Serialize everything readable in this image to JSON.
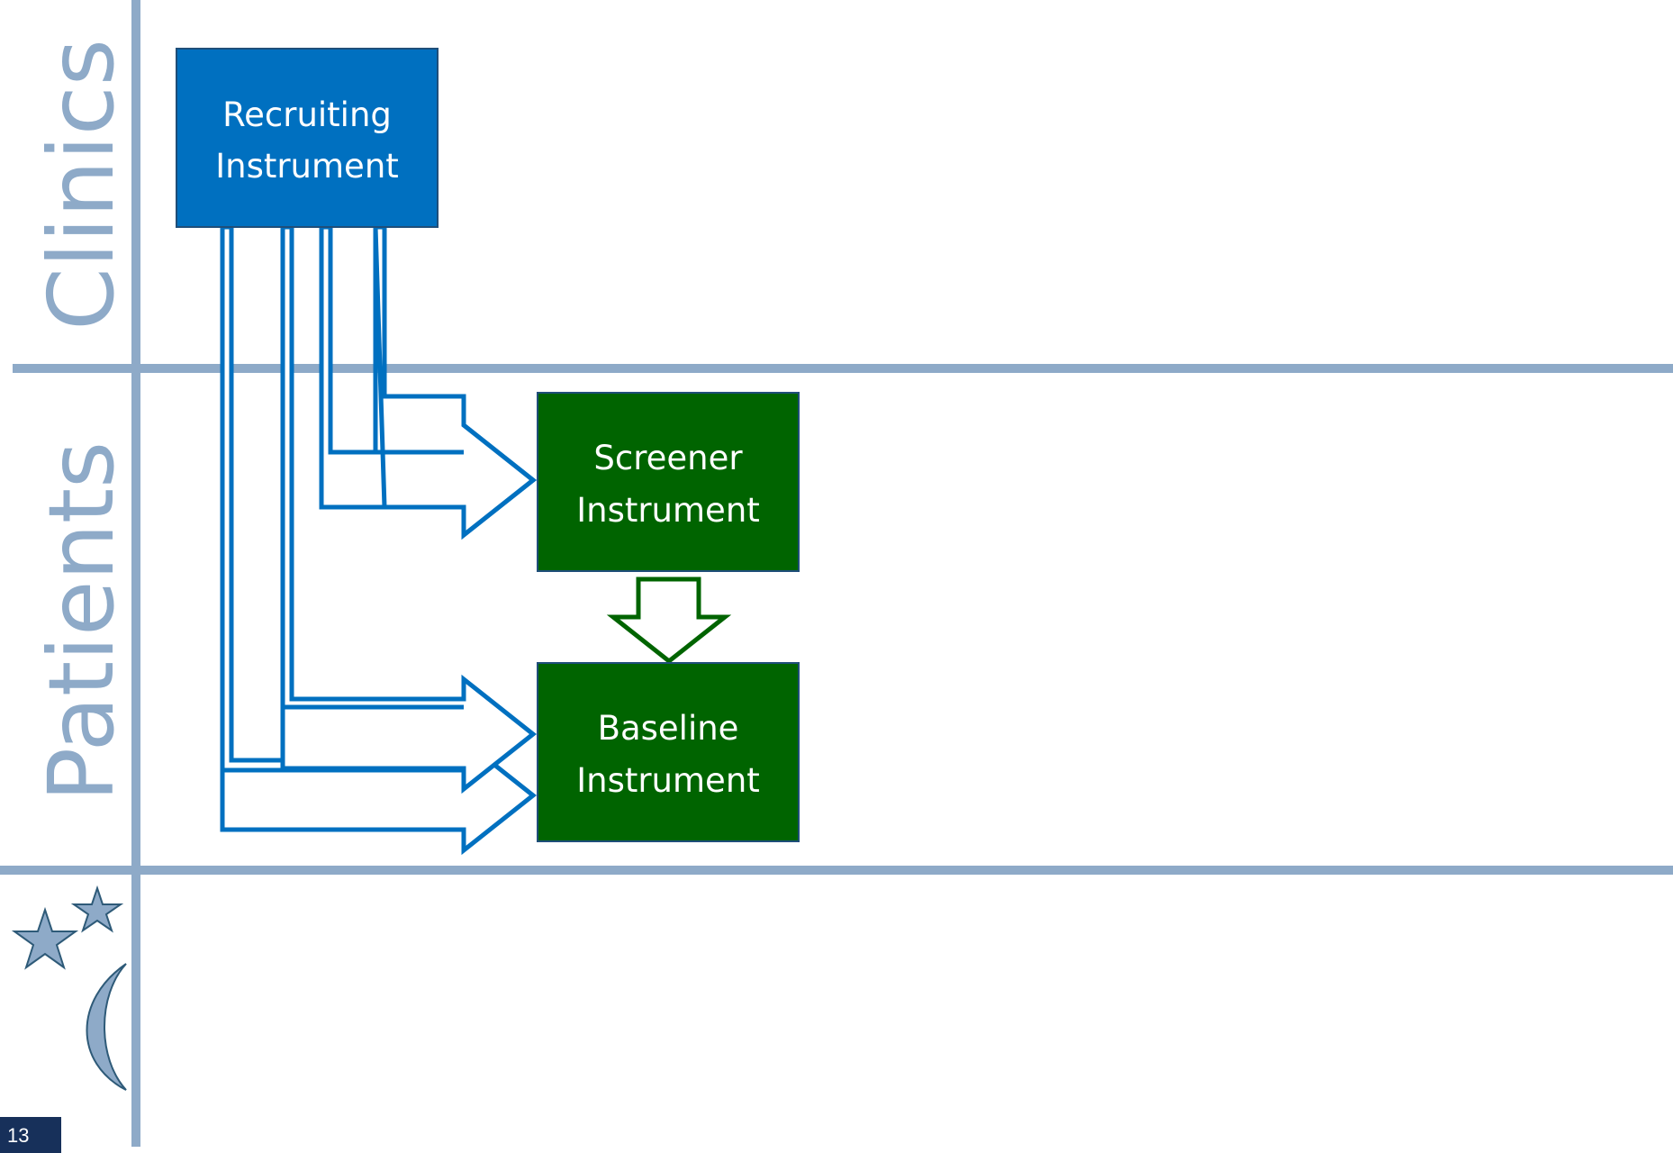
{
  "lanes": {
    "top_label": "Clinics",
    "middle_label": "Patients"
  },
  "boxes": {
    "recruiting": {
      "line1": "Recruiting",
      "line2": "Instrument"
    },
    "screener": {
      "line1": "Screener",
      "line2": "Instrument"
    },
    "baseline": {
      "line1": "Baseline",
      "line2": "Instrument"
    }
  },
  "colors": {
    "lane_line": "#8eaac8",
    "recruiting_fill": "#0070c0",
    "instrument_fill": "#006400",
    "blue_arrow": "#0070c0",
    "green_arrow": "#006400",
    "logo_fill": "#8eaac8",
    "logo_stroke": "#2e5a78"
  },
  "icons": {
    "logo": "stars-and-moon-icon"
  },
  "footer": {
    "slide_number": "13"
  }
}
